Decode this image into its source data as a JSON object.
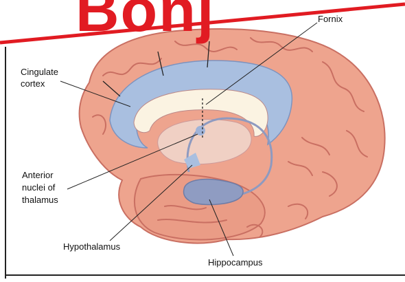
{
  "banner": {
    "text": "Bonj",
    "color": "#e11b22"
  },
  "labels": {
    "fornix": "Fornix",
    "cingulate": [
      "Cingulate",
      "cortex"
    ],
    "anterior": [
      "Anterior",
      "nuclei of",
      "thalamus"
    ],
    "hypothalamus": "Hypothalamus",
    "hippocampus": "Hippocampus"
  },
  "colors": {
    "brain": "#eea48e",
    "brain_dark": "#c96f62",
    "cingulate": "#a9bfe0",
    "corpus_callosum": "#fbf3e2",
    "thalamus": "#f0d0c4",
    "hippocampus": "#8f9cc2",
    "frame": "#222222"
  }
}
